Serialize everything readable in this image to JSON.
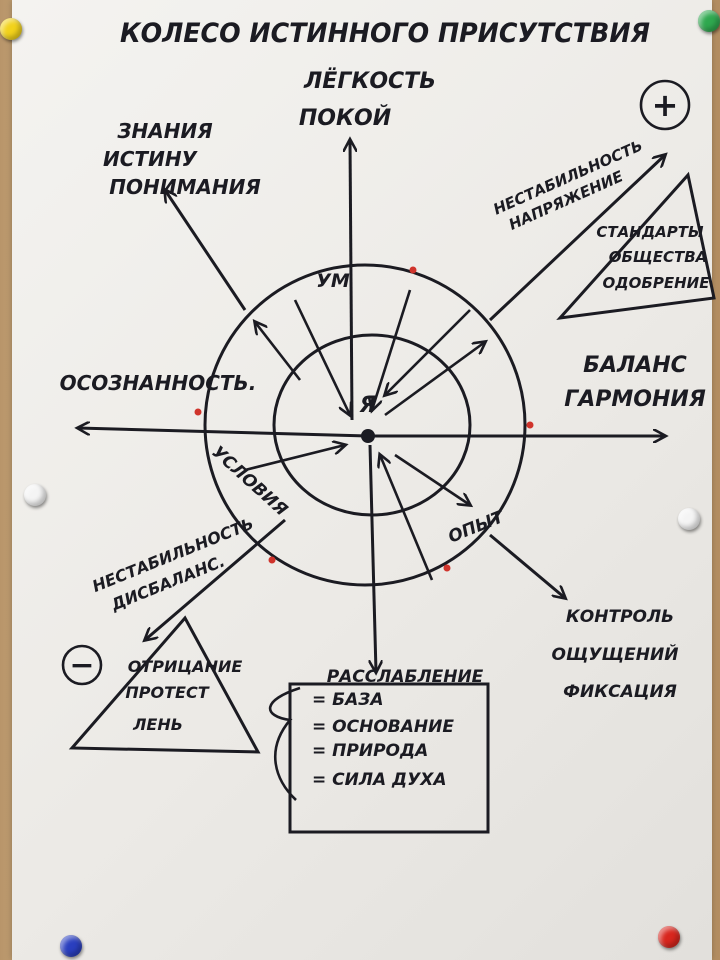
{
  "title": "КОЛЕСО ИСТИННОГО ПРИСУТСТВИЯ",
  "top_axis": [
    "ЛЁГКОСТЬ",
    "ПОКОЙ"
  ],
  "upper_left": [
    "ЗНАНИЯ",
    "ИСТИНУ",
    "ПОНИМАНИЯ"
  ],
  "upper_right": [
    "НЕСТАБИЛЬНОСТЬ",
    "НАПРЯЖЕНИЕ"
  ],
  "plus_triangle": [
    "СТАНДАРТЫ",
    "ОБЩЕСТВА",
    "ОДОБРЕНИЕ"
  ],
  "plus_sign": "+",
  "left_axis": "ОСОЗНАННОСТЬ.",
  "right_axis": [
    "БАЛАНС",
    "ГАРМОНИЯ"
  ],
  "circle_labels": {
    "outer_top": "УМ",
    "outer_left": "УСЛОВИЯ",
    "outer_right": "ОПЫТ",
    "center": "Я"
  },
  "lower_left": [
    "НЕСТАБИЛЬНОСТЬ",
    "ДИСБАЛАНС."
  ],
  "minus_sign": "−",
  "minus_triangle": [
    "ОТРИЦАНИЕ",
    "ПРОТЕСТ",
    "ЛЕНЬ"
  ],
  "lower_right": [
    "КОНТРОЛЬ",
    "ОЩУЩЕНИЙ",
    "ФИКСАЦИЯ"
  ],
  "bottom_box": {
    "heading": "РАССЛАБЛЕНИЕ",
    "items": [
      "= БАЗА",
      "= ОСНОВАНИЕ",
      "= ПРИРОДА",
      "= СИЛА ДУХА"
    ]
  },
  "colors": {
    "ink": "#1b1b22",
    "marker_dot": "#d0342c",
    "pin_yellow": "#f2d21b",
    "pin_green": "#2fa84f",
    "pin_white": "#f4f4f4",
    "pin_blue": "#2a3fbf",
    "pin_red": "#d8261e"
  }
}
